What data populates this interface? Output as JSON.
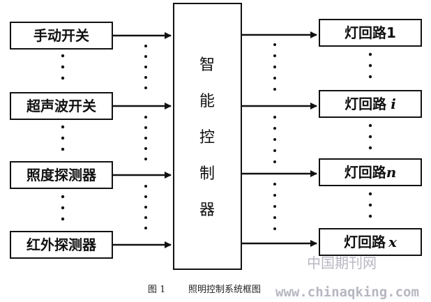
{
  "inputs": [
    {
      "label": "手动开关"
    },
    {
      "label": "超声波开关"
    },
    {
      "label": "照度探测器"
    },
    {
      "label": "红外探测器"
    }
  ],
  "controller": {
    "chars": [
      "智",
      "能",
      "控",
      "制",
      "器"
    ]
  },
  "outputs": [
    {
      "label_main": "灯回路",
      "label_suffix": "1"
    },
    {
      "label_main": "灯回路",
      "label_suffix": "i"
    },
    {
      "label_main": "灯回路",
      "label_suffix": "n"
    },
    {
      "label_main": "灯回路",
      "label_suffix": "x"
    }
  ],
  "caption": {
    "figure_no": "图 1",
    "title": "照明控制系统框图"
  },
  "watermark": {
    "cn": "中国期刊网",
    "url": "www.chinaqking.com"
  }
}
